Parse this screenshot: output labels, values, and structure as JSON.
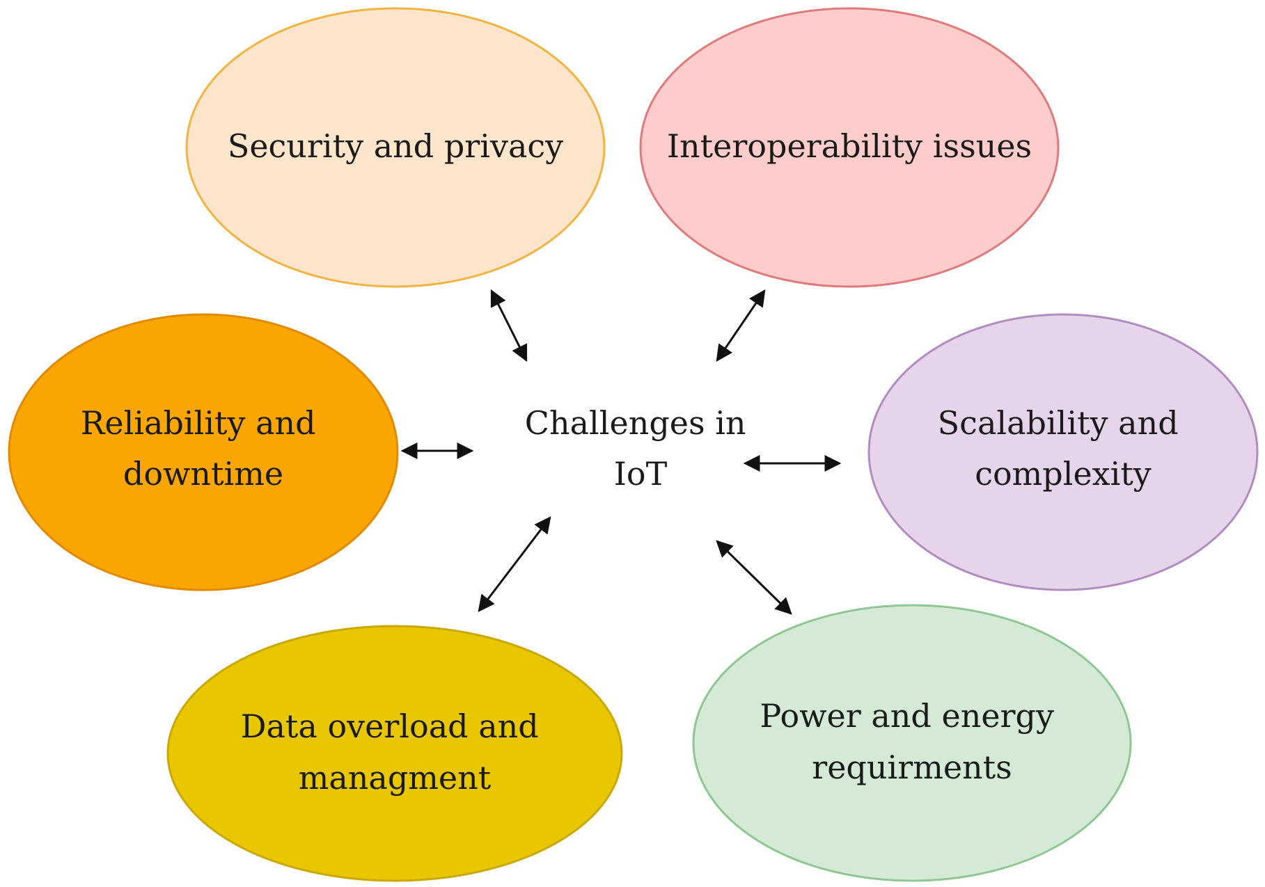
{
  "center": {
    "lines": [
      "Challenges in",
      "IoT"
    ]
  },
  "nodes": [
    {
      "id": "security",
      "lines": [
        "Security and privacy"
      ],
      "fill": "#fde5cb",
      "stroke": "#f2b340"
    },
    {
      "id": "interoperability",
      "lines": [
        "Interoperability issues"
      ],
      "fill": "#fdcccb",
      "stroke": "#e07a7a"
    },
    {
      "id": "reliability",
      "lines": [
        "Reliability and",
        "downtime"
      ],
      "fill": "#f9a602",
      "stroke": "#e08a00"
    },
    {
      "id": "scalability",
      "lines": [
        "Scalability and",
        "complexity"
      ],
      "fill": "#e6d5ea",
      "stroke": "#b08cc0"
    },
    {
      "id": "data",
      "lines": [
        "Data overload and",
        "managment"
      ],
      "fill": "#e8c700",
      "stroke": "#c9a800"
    },
    {
      "id": "power",
      "lines": [
        "Power and energy",
        "requirments"
      ],
      "fill": "#d4ead6",
      "stroke": "#8fc792"
    }
  ]
}
